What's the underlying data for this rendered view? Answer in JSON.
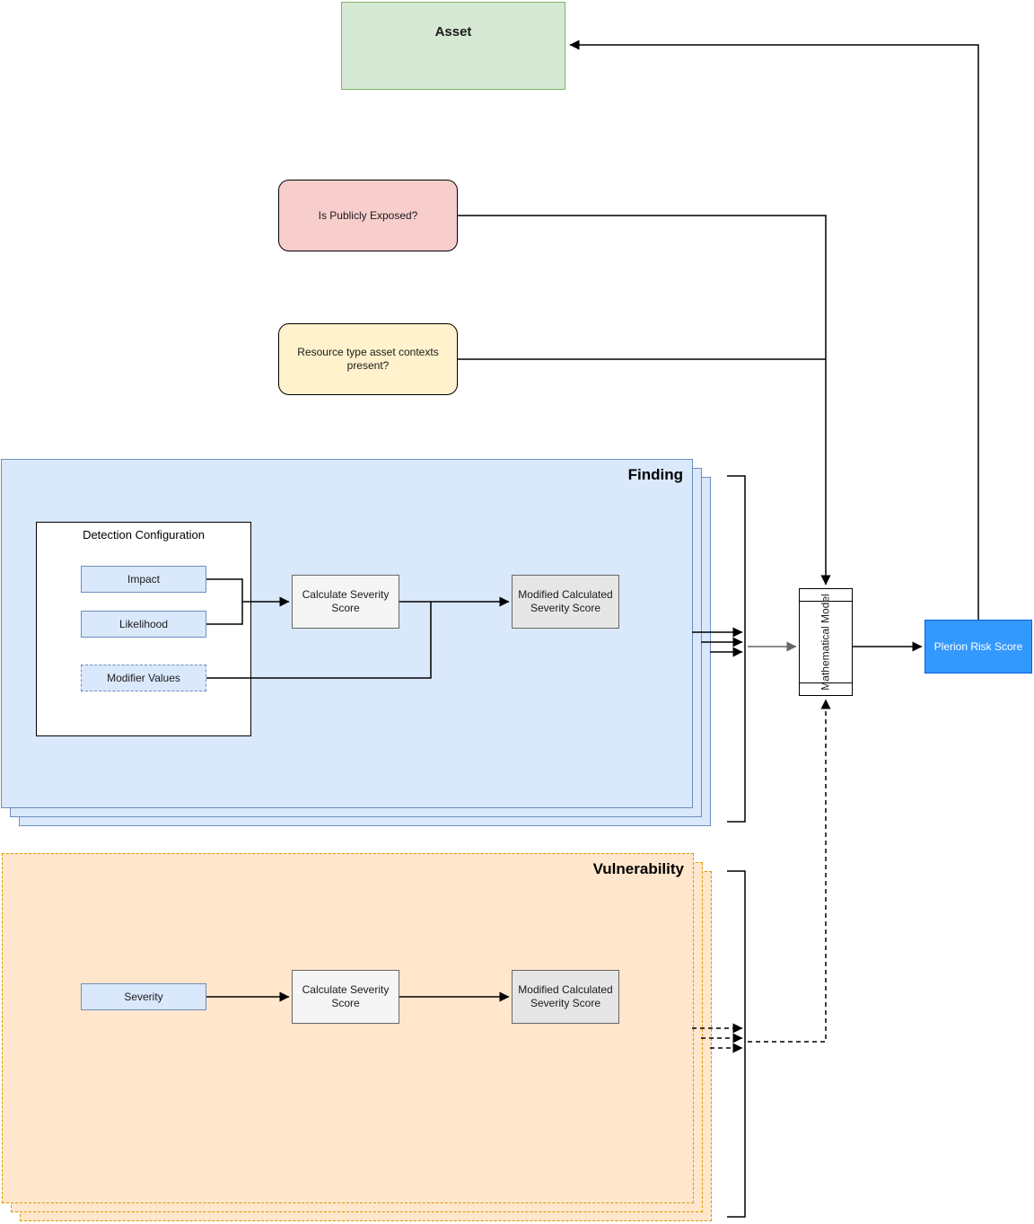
{
  "diagram": {
    "asset": {
      "label": "Asset"
    },
    "publicly_exposed": {
      "label": "Is Publicly Exposed?"
    },
    "resource_context": {
      "label": "Resource type asset contexts present?"
    },
    "finding": {
      "title": "Finding",
      "detection_configuration": {
        "title": "Detection Configuration"
      },
      "impact": {
        "label": "Impact"
      },
      "likelihood": {
        "label": "Likelihood"
      },
      "modifier_values": {
        "label": "Modifier Values"
      },
      "calculate_severity": {
        "label": "Calculate Severity Score"
      },
      "modified_severity": {
        "label": "Modified Calculated Severity Score"
      }
    },
    "vulnerability": {
      "title": "Vulnerability",
      "severity": {
        "label": "Severity"
      },
      "calculate_severity": {
        "label": "Calculate Severity Score"
      },
      "modified_severity": {
        "label": "Modified Calculated Severity Score"
      }
    },
    "mathematical_model": {
      "label": "Mathematical Model"
    },
    "risk_score": {
      "label": "Plerion Risk Score"
    },
    "colors": {
      "asset_fill": "#d5e8d4",
      "asset_stroke": "#82b366",
      "exposed_fill": "#f8cecc",
      "context_fill": "#fff2cc",
      "finding_fill": "#dae8fc",
      "finding_stroke": "#6c8ebf",
      "vulnerability_fill": "#ffe6cc",
      "vulnerability_stroke": "#d79b00",
      "process_light_fill": "#f5f5f5",
      "process_dark_fill": "#e6e6e6",
      "risk_score_fill": "#3399ff",
      "risk_score_text": "#ffffff",
      "wire": "#000000",
      "wire_gray": "#666666"
    }
  }
}
